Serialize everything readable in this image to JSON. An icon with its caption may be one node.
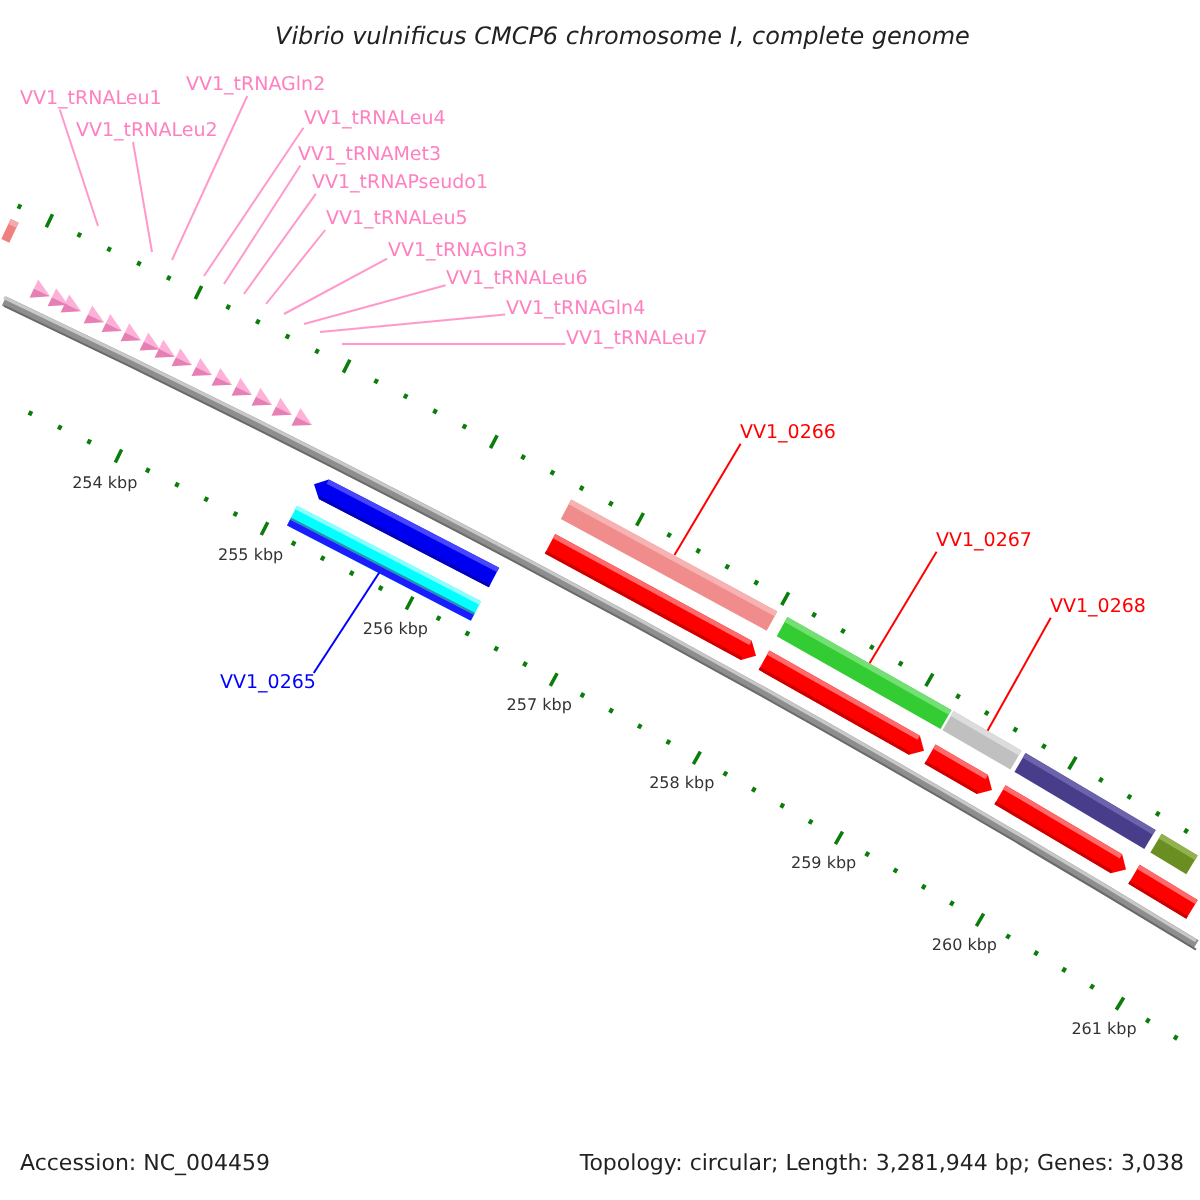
{
  "diagram": {
    "title": "Vibrio vulnificus CMCP6 chromosome I, complete genome",
    "nodes": [
      {
        "text": [
          "VV1_tRNALeu1"
        ]
      },
      {
        "text": [
          "VV1_tRNAGln2"
        ]
      },
      {
        "text": [
          "VV1_tRNALeu2"
        ]
      },
      {
        "text": [
          "VV1_tRNALeu4"
        ]
      },
      {
        "text": [
          "VV1_tRNAMet3"
        ]
      },
      {
        "text": [
          "VV1_tRNAPseudo1"
        ]
      },
      {
        "text": [
          "VV1_tRNALeu5"
        ]
      },
      {
        "text": [
          "VV1_tRNAGln3"
        ]
      },
      {
        "text": [
          "VV1_tRNALeu6"
        ]
      },
      {
        "text": [
          "VV1_tRNAGln4"
        ]
      },
      {
        "text": [
          "VV1_tRNALeu7"
        ]
      },
      {
        "text": [
          "VV1_0266"
        ]
      },
      {
        "text": [
          "VV1_0267"
        ]
      },
      {
        "text": [
          "VV1_0268"
        ]
      },
      {
        "text": [
          "VV1_0265"
        ]
      },
      {
        "text": [],
        "shape": "bar"
      },
      {
        "text": [],
        "shape": "bar"
      },
      {
        "text": [],
        "shape": "bar"
      },
      {
        "text": [],
        "shape": "bar"
      }
    ],
    "edges": [
      {
        "from": 0,
        "to": null,
        "arrow": "none"
      },
      {
        "from": 1,
        "to": null,
        "arrow": "none"
      },
      {
        "from": 2,
        "to": null,
        "arrow": "none"
      },
      {
        "from": 3,
        "to": null,
        "arrow": "none"
      },
      {
        "from": 4,
        "to": null,
        "arrow": "none"
      },
      {
        "from": 5,
        "to": null,
        "arrow": "none"
      },
      {
        "from": 6,
        "to": null,
        "arrow": "none"
      },
      {
        "from": 7,
        "to": null,
        "arrow": "none"
      },
      {
        "from": 8,
        "to": null,
        "arrow": "none"
      },
      {
        "from": 9,
        "to": null,
        "arrow": "none"
      },
      {
        "from": 10,
        "to": null,
        "arrow": "none"
      },
      {
        "from": 11,
        "to": 16,
        "arrow": "none",
        "color": "#ff0000"
      },
      {
        "from": 12,
        "to": 17,
        "arrow": "none",
        "color": "#ff0000"
      },
      {
        "from": 13,
        "to": 18,
        "arrow": "none",
        "color": "#ff0000"
      },
      {
        "from": 14,
        "to": 15,
        "arrow": "none",
        "color": "#0000ff"
      }
    ],
    "labels": [
      "254 kbp",
      "255 kbp",
      "256 kbp",
      "257 kbp",
      "258 kbp",
      "259 kbp",
      "260 kbp",
      "261 kbp",
      "Accession: NC_004459",
      "Topology: circular; Length: 3,281,944 bp; Genes: 3,038"
    ]
  }
}
